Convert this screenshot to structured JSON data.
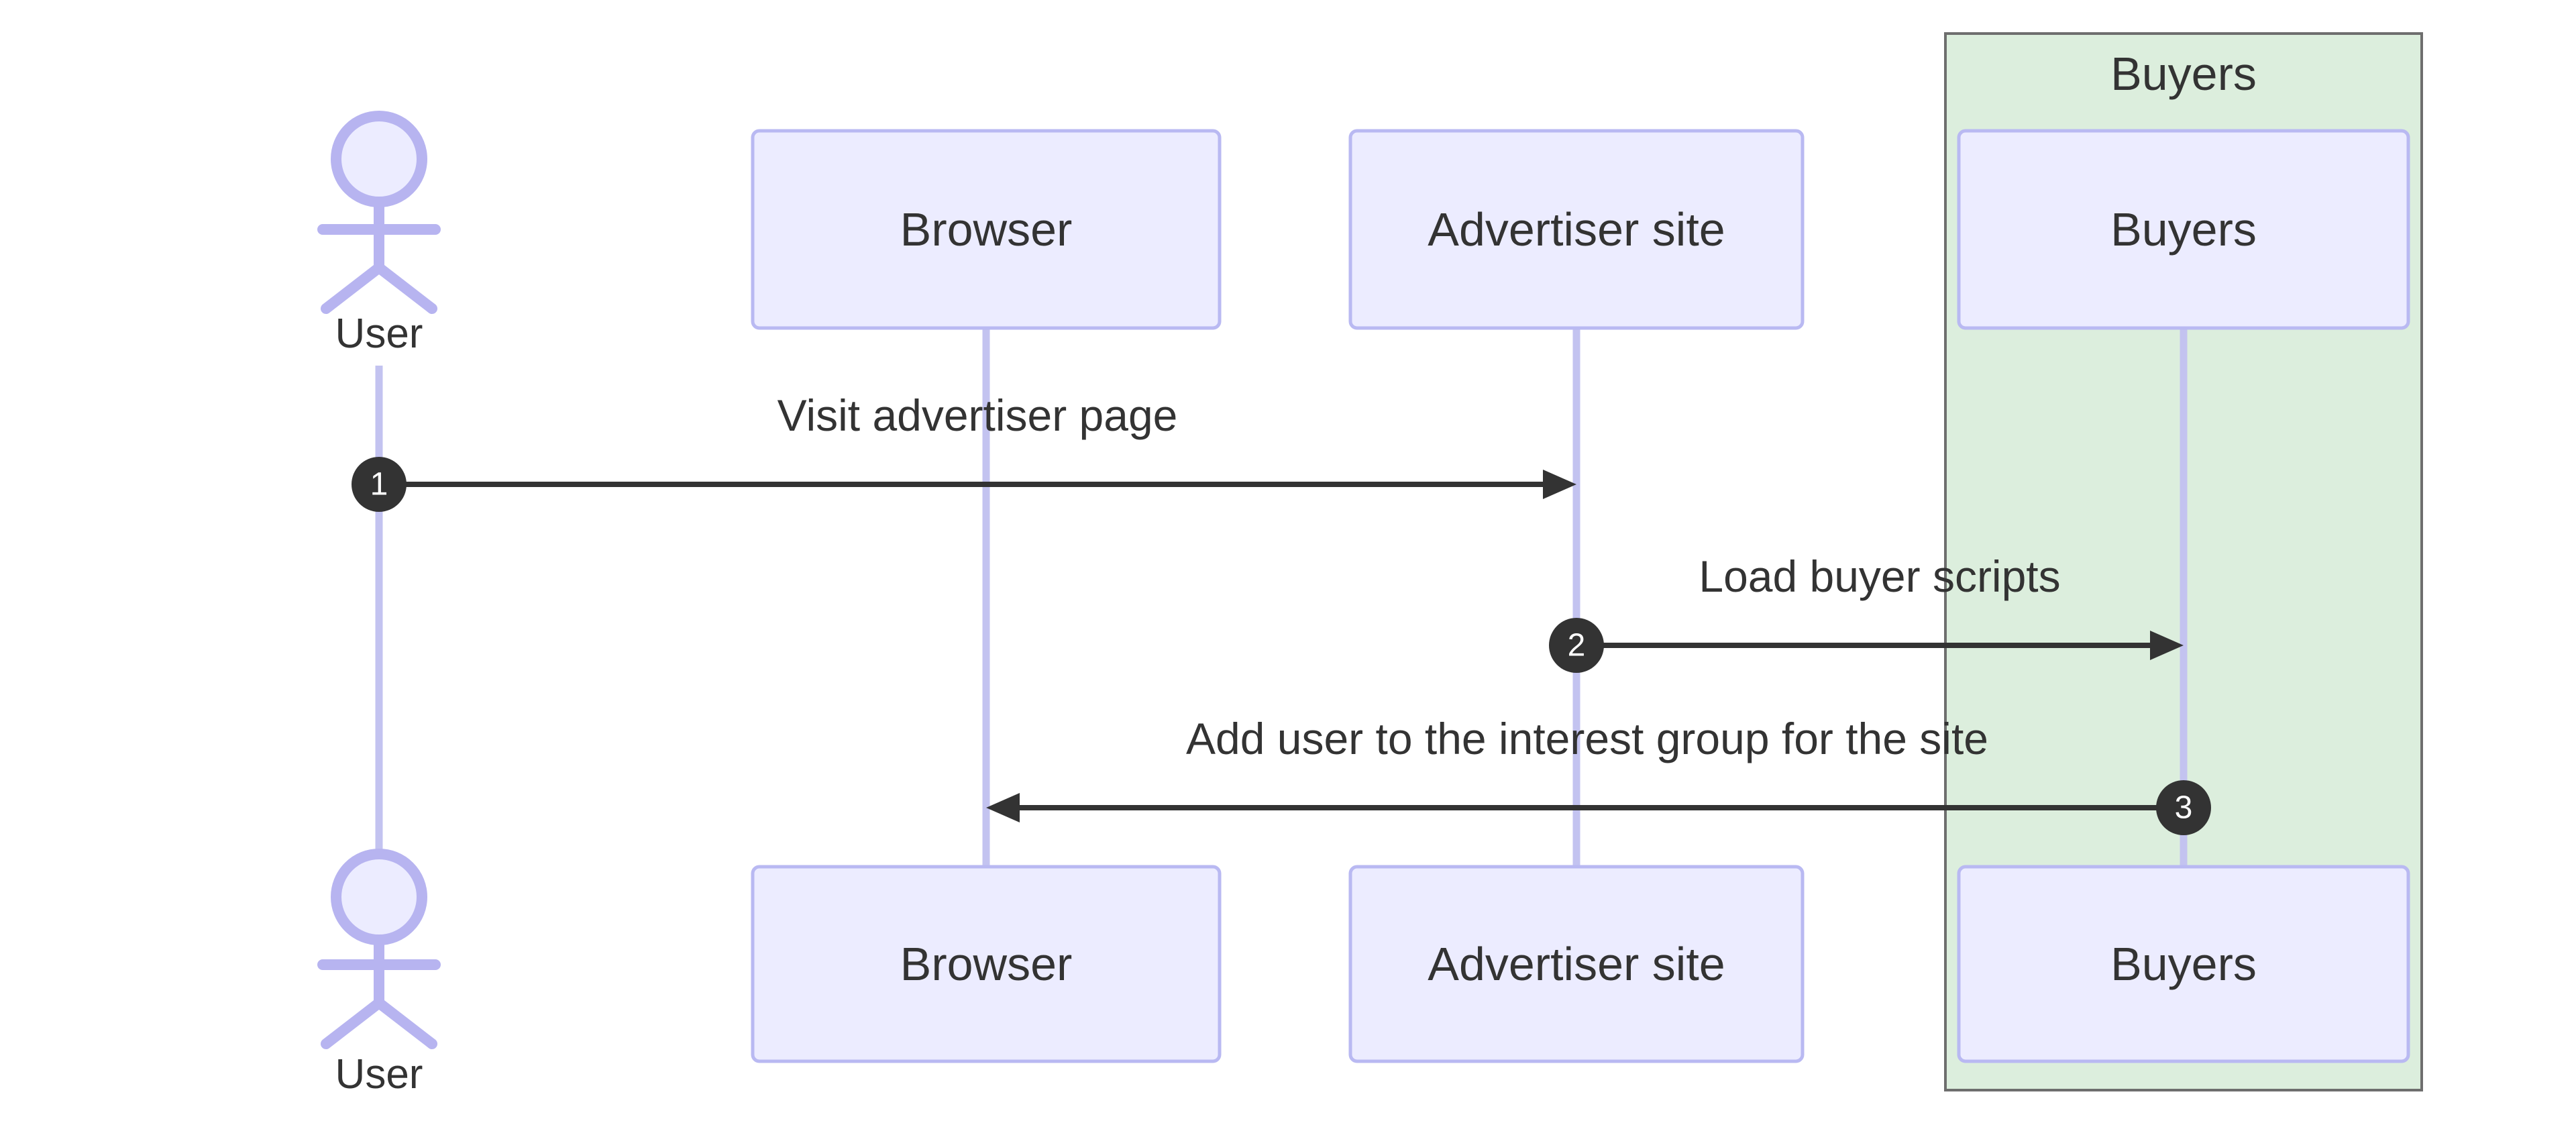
{
  "diagram": {
    "type": "sequence",
    "actor": {
      "label": "User"
    },
    "participants": {
      "browser": {
        "label": "Browser"
      },
      "advertiser": {
        "label": "Advertiser site"
      },
      "buyers": {
        "label": "Buyers"
      }
    },
    "group": {
      "label": "Buyers"
    },
    "messages": [
      {
        "number": "1",
        "text": "Visit advertiser page",
        "from": "User",
        "to": "Advertiser site"
      },
      {
        "number": "2",
        "text": "Load buyer scripts",
        "from": "Advertiser site",
        "to": "Buyers"
      },
      {
        "number": "3",
        "text": "Add user to the interest group for the site",
        "from": "Buyers",
        "to": "Browser"
      }
    ],
    "colors": {
      "participant_fill": "#ECECFF",
      "participant_border": "#B9B9F2",
      "lifeline": "#C3C3F0",
      "actor_stroke": "#B7B4F0",
      "group_fill": "#DCEEDD",
      "group_border": "#6E6E6E",
      "arrow": "#333333",
      "text": "#333333",
      "badge_fill": "#333333",
      "badge_text": "#FFFFFF",
      "background": "#FFFFFF"
    }
  }
}
